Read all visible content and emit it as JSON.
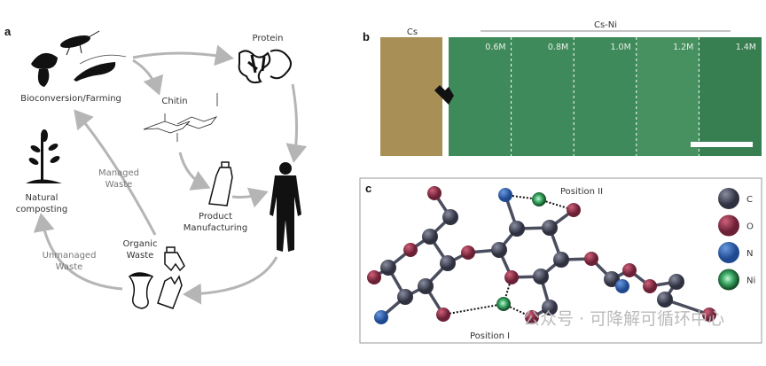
{
  "panel_a": {
    "label": "a",
    "nodes": {
      "bioconversion": "Bioconversion/Farming",
      "protein": "Protein",
      "chitin": "Chitin",
      "natural_composting_1": "Natural",
      "natural_composting_2": "composting",
      "managed_waste_1": "Managed",
      "managed_waste_2": "Waste",
      "product_1": "Product",
      "product_2": "Manufacturing",
      "organic_waste_1": "Organic",
      "organic_waste_2": "Waste",
      "unmanaged_waste_1": "Unmanaged",
      "unmanaged_waste_2": "Waste"
    }
  },
  "panel_b": {
    "label": "b",
    "control_label": "Cs",
    "group_label": "Cs-Ni",
    "concentrations": [
      "0.6M",
      "0.8M",
      "1.0M",
      "1.2M",
      "1.4M"
    ],
    "colors": {
      "cs": "#a88f55",
      "cs_ni": "#3f8a5a"
    }
  },
  "panel_c": {
    "label": "c",
    "position_1": "Position I",
    "position_2": "Position II",
    "legend": [
      {
        "symbol": "C",
        "color": "#3f4252"
      },
      {
        "symbol": "O",
        "color": "#8a2e45"
      },
      {
        "symbol": "N",
        "color": "#2f5ea8"
      },
      {
        "symbol": "Ni",
        "color": "#2e8a4a"
      }
    ]
  },
  "watermark": "公众号 · 可降解可循环中心"
}
